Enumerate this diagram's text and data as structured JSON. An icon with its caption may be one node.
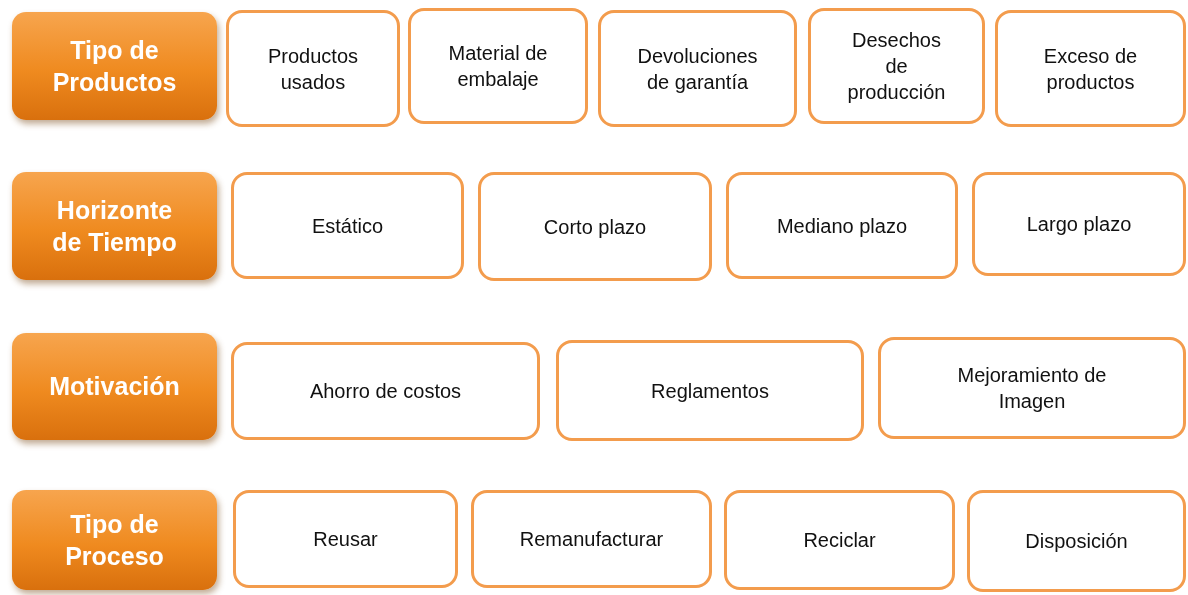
{
  "diagram": {
    "nodes": [
      {
        "text": [
          "Tipo de Productos"
        ]
      },
      {
        "text": [
          "Productos usados"
        ]
      },
      {
        "text": [
          "Material de embalaje"
        ]
      },
      {
        "text": [
          "Devoluciones de garantía"
        ]
      },
      {
        "text": [
          "Desechos de producción"
        ]
      },
      {
        "text": [
          "Exceso de productos"
        ]
      },
      {
        "text": [
          "Horizonte de Tiempo"
        ]
      },
      {
        "text": [
          "Estático"
        ]
      },
      {
        "text": [
          "Corto plazo"
        ]
      },
      {
        "text": [
          "Mediano plazo"
        ]
      },
      {
        "text": [
          "Largo plazo"
        ]
      },
      {
        "text": [
          "Motivación"
        ]
      },
      {
        "text": [
          "Ahorro de costos"
        ]
      },
      {
        "text": [
          "Reglamentos"
        ]
      },
      {
        "text": [
          "Mejoramiento de Imagen"
        ]
      },
      {
        "text": [
          "Tipo de Proceso"
        ]
      },
      {
        "text": [
          "Reusar"
        ]
      },
      {
        "text": [
          "Remanufacturar"
        ]
      },
      {
        "text": [
          "Reciclar"
        ]
      },
      {
        "text": [
          "Disposición"
        ]
      }
    ]
  }
}
